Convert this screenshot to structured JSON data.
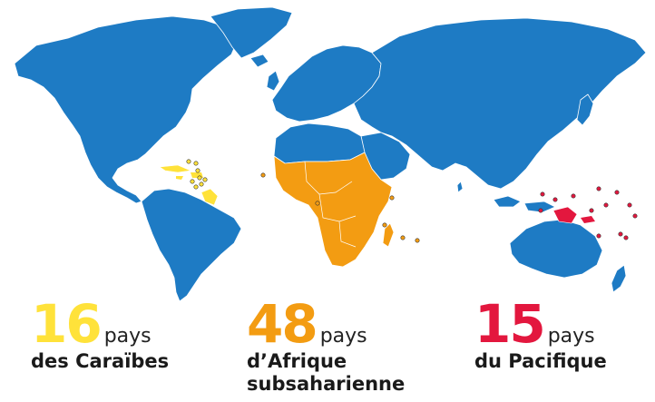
{
  "colors": {
    "land": "#1e7bc4",
    "caribbean": "#ffe23a",
    "africa": "#f39c12",
    "pacific": "#e3173e",
    "border": "#ffffff"
  },
  "stats": {
    "caribbean": {
      "number": "16",
      "unit": "pays",
      "region": "des Caraïbes"
    },
    "africa": {
      "number": "48",
      "unit": "pays",
      "region_line1": "d’Afrique",
      "region_line2": "subsaharienne"
    },
    "pacific": {
      "number": "15",
      "unit": "pays",
      "region": "du Pacifique"
    }
  }
}
